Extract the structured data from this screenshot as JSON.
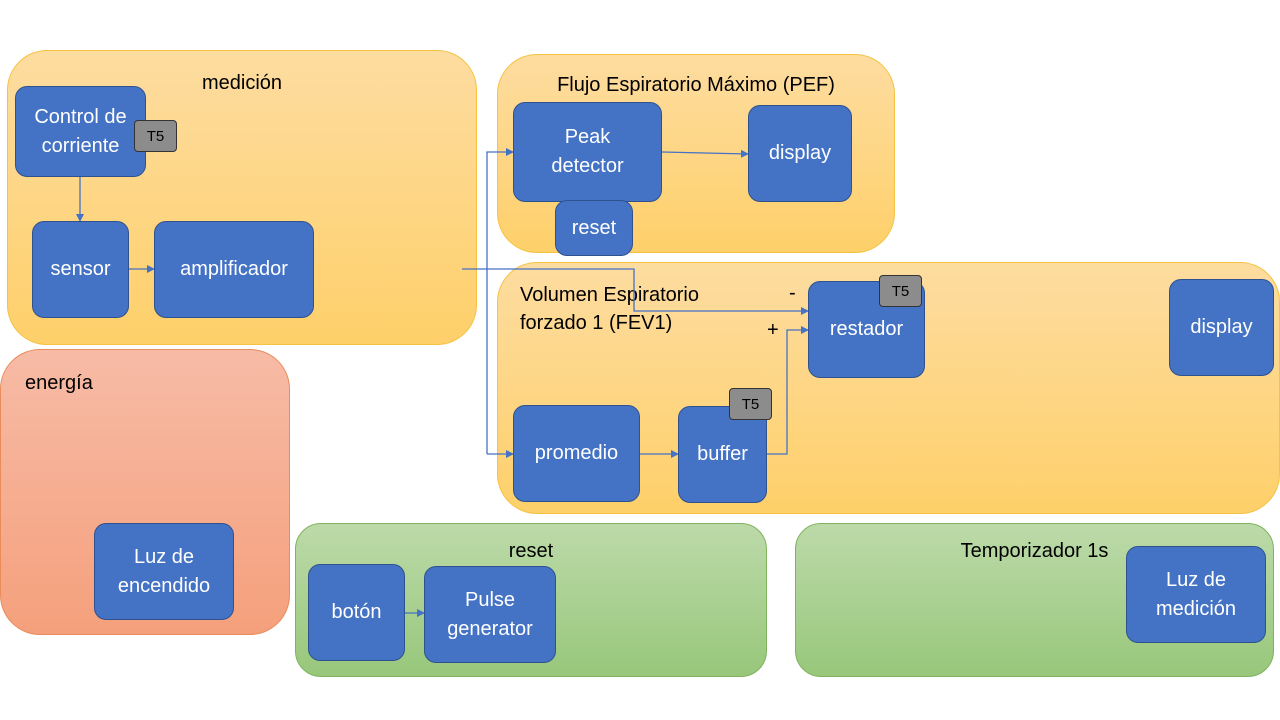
{
  "colors": {
    "block": "#4472c4",
    "wire": "#4472c4",
    "orange_group": "#fed06a",
    "red_group": "#f5a07c",
    "green_group": "#98c77b",
    "tag": "#8c8c8c"
  },
  "groups": {
    "medicion": "medición",
    "pef": "Flujo Espiratorio Máximo (PEF)",
    "fev1": "Volumen Espiratorio\nforzado 1 (FEV1)",
    "energia": "energía",
    "reset": "reset",
    "temporizador": "Temporizador 1s"
  },
  "blocks": {
    "control_corriente": "Control de\ncorriente",
    "sensor": "sensor",
    "amplificador": "amplificador",
    "peak_detector": "Peak\ndetector",
    "pef_display": "display",
    "pef_reset": "reset",
    "restador": "restador",
    "fev1_display": "display",
    "promedio": "promedio",
    "buffer": "buffer",
    "luz_encendido": "Luz de\nencendido",
    "boton": "botón",
    "pulse_generator": "Pulse\ngenerator",
    "luz_medicion": "Luz de\nmedición"
  },
  "tags": {
    "control": "T5",
    "restador": "T5",
    "buffer": "T5"
  },
  "signs": {
    "minus": "-",
    "plus": "+"
  },
  "icons": {
    "connector": "arrow-icon"
  }
}
